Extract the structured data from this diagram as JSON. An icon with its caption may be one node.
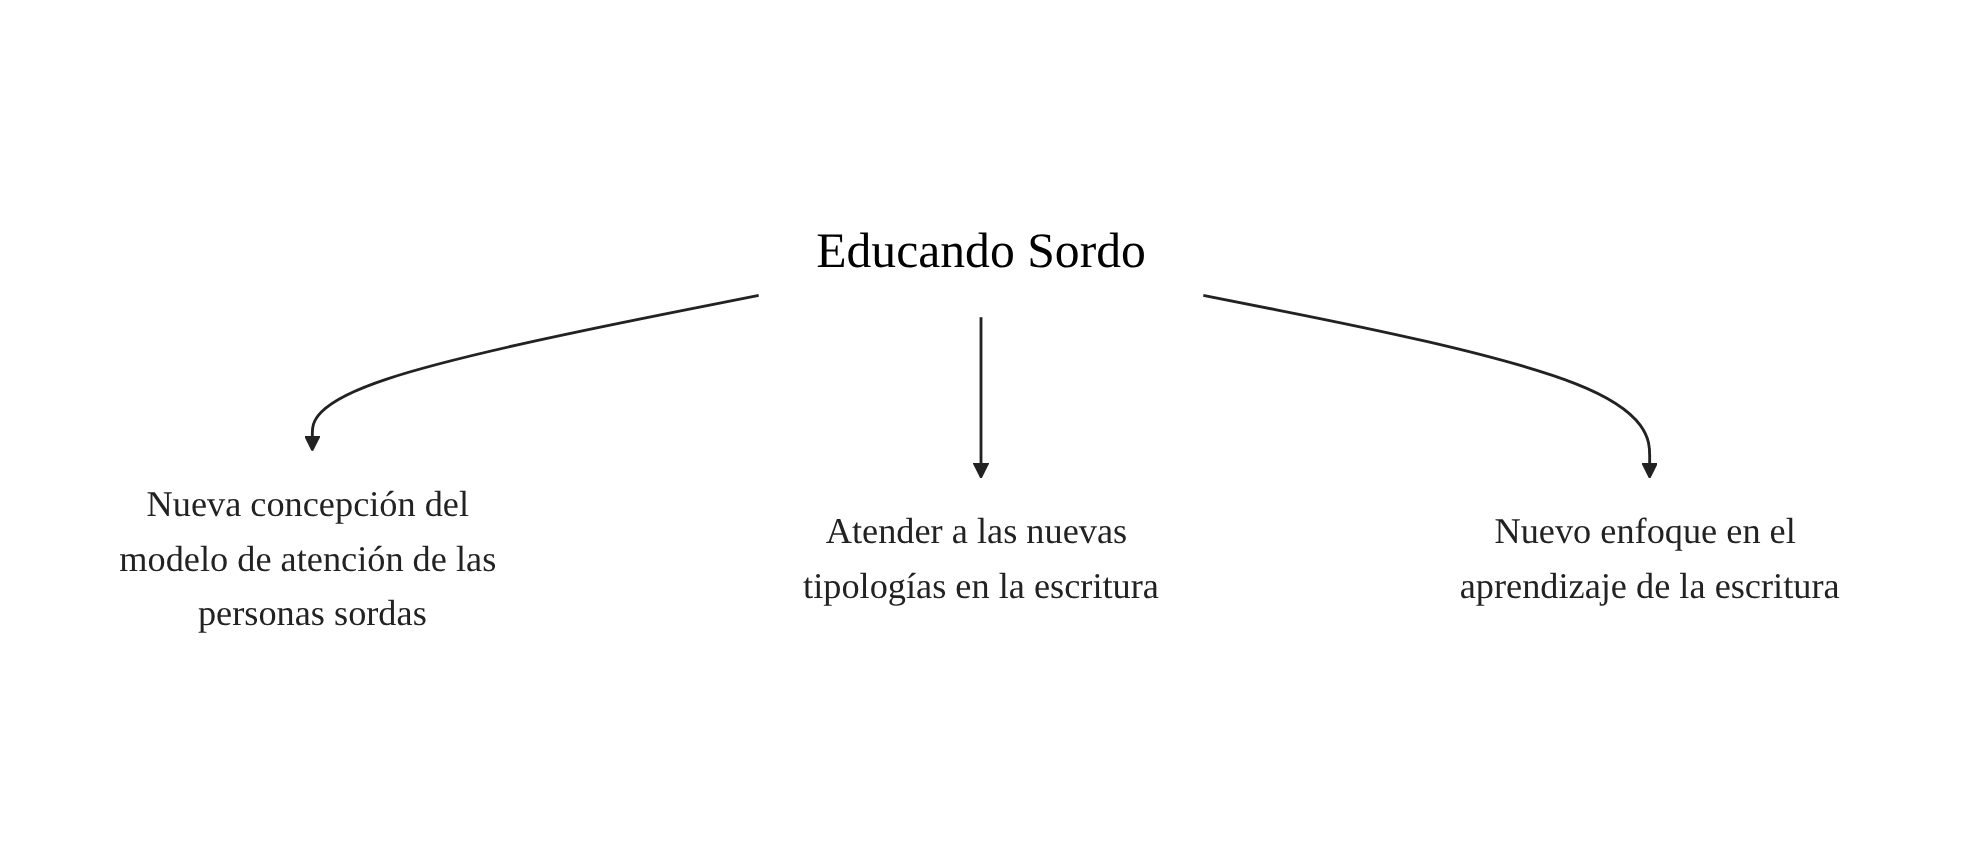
{
  "diagram": {
    "nodes": [
      {
        "text": [
          "Educando Sordo"
        ]
      },
      {
        "text": [
          "Nueva concepción del modelo de atención de las personas sordas"
        ]
      },
      {
        "text": [
          "Atender a las nuevas tipologías en la escritura"
        ]
      },
      {
        "text": [
          "Nuevo enfoque en el aprendizaje de la escritura"
        ]
      }
    ],
    "edges": [
      {
        "from": 0,
        "to": 1,
        "arrow": "to"
      },
      {
        "from": 0,
        "to": 2,
        "arrow": "to"
      },
      {
        "from": 0,
        "to": 3,
        "arrow": "to"
      }
    ]
  }
}
